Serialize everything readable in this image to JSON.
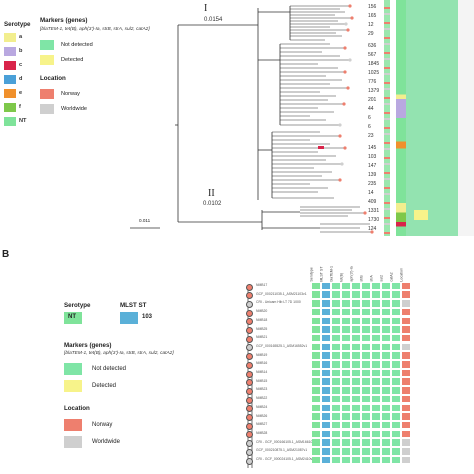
{
  "colors": {
    "serotype_a": "#f2ee8e",
    "serotype_b": "#b9a8e0",
    "serotype_c": "#d9244a",
    "serotype_d": "#4aa0d8",
    "serotype_e": "#f0902c",
    "serotype_f": "#7ec84a",
    "serotype_nt": "#7fe39a",
    "not_detected": "#7fe5a6",
    "detected": "#f7f38a",
    "norway": "#ee7f6e",
    "worldwide": "#cfcfcf",
    "mlst": "#5ab0d8"
  },
  "panel_a": {
    "serotype_title": "Serotype",
    "serotypes": [
      {
        "code": "a"
      },
      {
        "code": "b"
      },
      {
        "code": "c"
      },
      {
        "code": "d"
      },
      {
        "code": "e"
      },
      {
        "code": "f"
      },
      {
        "code": "NT"
      }
    ],
    "markers_title": "Markers (genes)",
    "markers_genes": "[blaTEM-1, tet(B), aph(3')-Ia, strB, strA, sul2, catA2]",
    "not_detected_label": "Not detected",
    "detected_label": "Detected",
    "location_title": "Location",
    "norway_label": "Norway",
    "worldwide_label": "Worldwide",
    "clade1_label": "I",
    "clade1_value": "0.0154",
    "clade2_label": "II",
    "clade2_value": "0.0102",
    "scale_label": "0.011",
    "tip_labels": [
      "156",
      "165",
      "12",
      "29",
      "636",
      "567",
      "1845",
      "1025",
      "776",
      "1379",
      "201",
      "44",
      "6",
      "6",
      "23",
      "145",
      "103",
      "147",
      "139",
      "235",
      "14",
      "409",
      "1331",
      "1730",
      "124"
    ]
  },
  "panel_b": {
    "letter": "B",
    "serotype_title": "Serotype",
    "serotype_value": "NT",
    "mlst_title": "MLST ST",
    "mlst_value": "103",
    "markers_title": "Markers (genes)",
    "markers_genes": "[blaTEM-1, tet(B), aph(3')-Ia, strB, strA, sul2, catA2]",
    "not_detected_label": "Not detected",
    "detected_label": "Detected",
    "location_title": "Location",
    "norway_label": "Norway",
    "worldwide_label": "Worldwide",
    "column_headers": [
      "Serotype",
      "MLST ST",
      "blaTEM-1",
      "tet(B)",
      "aph(3')-Ia",
      "strB",
      "strA",
      "sul2",
      "catA2",
      "Location"
    ],
    "rows": [
      {
        "label": "NMB17",
        "location": "norway"
      },
      {
        "label": "GCF_000211035.1_ASM21103v1",
        "location": "norway"
      },
      {
        "label": "CRI - Unicam Hib LT 7D 1000",
        "location": "worldwide"
      },
      {
        "label": "NMB20",
        "location": "norway"
      },
      {
        "label": "NMB18",
        "location": "norway"
      },
      {
        "label": "NMB25",
        "location": "norway"
      },
      {
        "label": "NMB21",
        "location": "norway"
      },
      {
        "label": "GCF_000165525.1_ASM16552v1",
        "location": "worldwide"
      },
      {
        "label": "NMB19",
        "location": "norway"
      },
      {
        "label": "NMB16",
        "location": "norway"
      },
      {
        "label": "NMB14",
        "location": "norway"
      },
      {
        "label": "NMB15",
        "location": "norway"
      },
      {
        "label": "NMB23",
        "location": "norway"
      },
      {
        "label": "NMB22",
        "location": "norway"
      },
      {
        "label": "NMB24",
        "location": "norway"
      },
      {
        "label": "NMB26",
        "location": "norway"
      },
      {
        "label": "NMB27",
        "location": "norway"
      },
      {
        "label": "NMB28",
        "location": "norway"
      },
      {
        "label": "CRI - GCF_000166105.1_ASM16610v1",
        "location": "worldwide"
      },
      {
        "label": "GCF_000210875.1_ASM21087v1",
        "location": "worldwide"
      },
      {
        "label": "CRI - GCF_000024105.1_ASM2410v1 NT",
        "location": "worldwide"
      }
    ]
  }
}
